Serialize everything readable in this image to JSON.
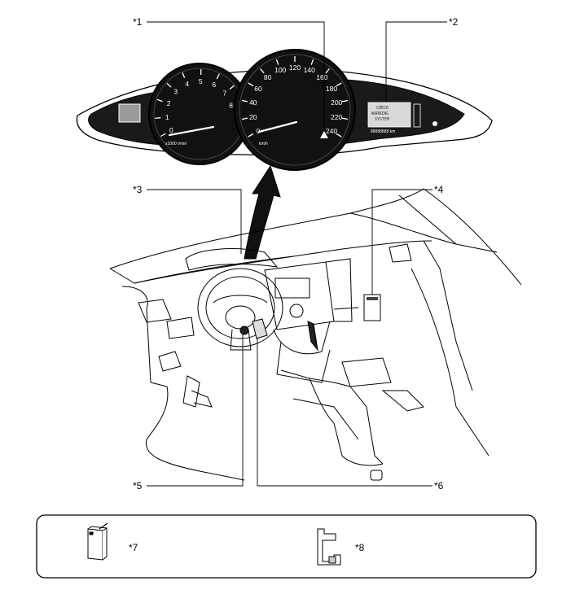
{
  "callouts": {
    "c1": "*1",
    "c2": "*2",
    "c3": "*3",
    "c4": "*4",
    "c5": "*5",
    "c6": "*6",
    "c7": "*7",
    "c8": "*8"
  },
  "tachometer": {
    "ticks": [
      "0",
      "1",
      "2",
      "3",
      "4",
      "5",
      "6",
      "7",
      "8"
    ],
    "unit": "x1000 r/min"
  },
  "speedometer": {
    "ticks": [
      "0",
      "20",
      "40",
      "60",
      "80",
      "100",
      "120",
      "140",
      "160",
      "180",
      "200",
      "220",
      "240"
    ],
    "unit": "km/h"
  },
  "display": {
    "line1": "CHECK",
    "line2": "WARNING",
    "line3": "SYSTEM",
    "odometer": "88888888 km"
  }
}
